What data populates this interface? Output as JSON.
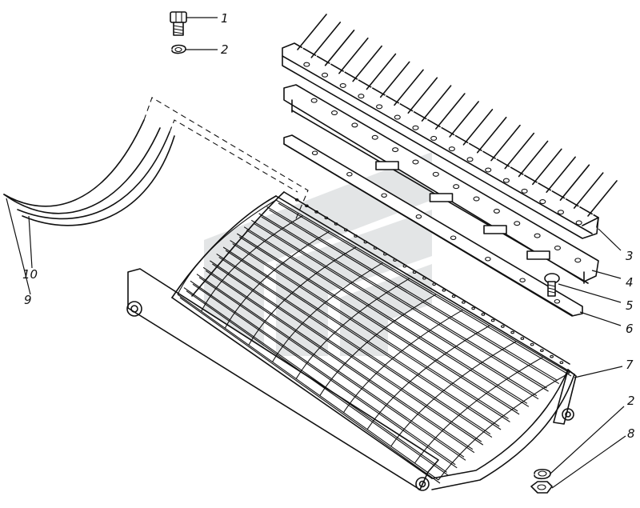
{
  "callouts": [
    {
      "id": "c1",
      "text": "1"
    },
    {
      "id": "c2a",
      "text": "2"
    },
    {
      "id": "c3",
      "text": "3"
    },
    {
      "id": "c4",
      "text": "4"
    },
    {
      "id": "c5",
      "text": "5"
    },
    {
      "id": "c6",
      "text": "6"
    },
    {
      "id": "c7",
      "text": "7"
    },
    {
      "id": "c2b",
      "text": "2"
    },
    {
      "id": "c8",
      "text": "8"
    },
    {
      "id": "c9",
      "text": "9"
    },
    {
      "id": "c10",
      "text": "10"
    }
  ],
  "colors": {
    "line": "#111111",
    "background": "#ffffff",
    "watermark": "#9aa0a6"
  }
}
